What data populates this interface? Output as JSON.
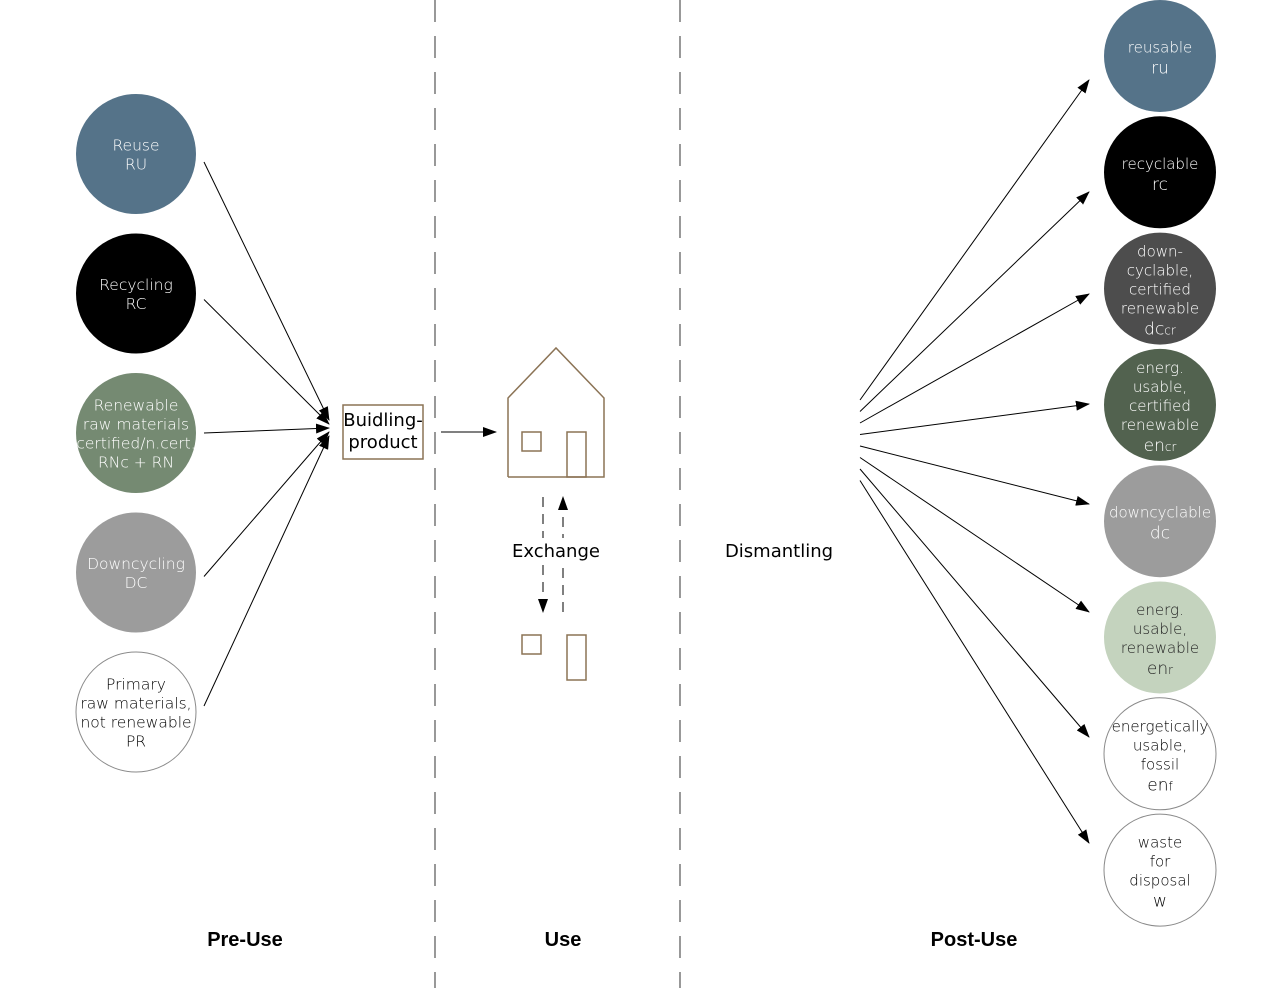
{
  "phases": {
    "pre_use": "Pre-Use",
    "use": "Use",
    "post_use": "Post-Use"
  },
  "inputs": [
    {
      "id": "reuse",
      "lines": [
        "Reuse",
        "RU"
      ],
      "fill": "#557389",
      "text": "#ffffff"
    },
    {
      "id": "recycling",
      "lines": [
        "Recycling",
        "RC"
      ],
      "fill": "#000000",
      "text": "#ffffff"
    },
    {
      "id": "renewable",
      "lines": [
        "Renewable",
        "raw materials",
        "certified/n.cert.",
        "RNc + RN"
      ],
      "fill": "#758a72",
      "text": "#ffffff"
    },
    {
      "id": "downcycling",
      "lines": [
        "Downcycling",
        "DC"
      ],
      "fill": "#9c9c9c",
      "text": "#ffffff"
    },
    {
      "id": "primary",
      "lines": [
        "Primary",
        "raw materials,",
        "not renewable",
        "PR"
      ],
      "fill": "#ffffff",
      "text": "#000000",
      "stroke": "#8a8a8a"
    }
  ],
  "product": {
    "line1": "Buidling-",
    "line2": "product"
  },
  "exchange": "Exchange",
  "dismantling": "Dismantling",
  "outputs": [
    {
      "id": "reusable",
      "lines": [
        "reusable"
      ],
      "code": "ru",
      "sub": "",
      "fill": "#557389",
      "text": "#ffffff"
    },
    {
      "id": "recyclable",
      "lines": [
        "recyclable"
      ],
      "code": "rc",
      "sub": "",
      "fill": "#000000",
      "text": "#ffffff"
    },
    {
      "id": "dc-cert",
      "lines": [
        "down-",
        "cyclable,",
        "certified",
        "renewable"
      ],
      "code": "dc",
      "sub": "cr",
      "fill": "#4d4d4d",
      "text": "#ffffff"
    },
    {
      "id": "en-cert",
      "lines": [
        "energ.",
        "usable,",
        "certified",
        "renewable"
      ],
      "code": "en",
      "sub": "cr",
      "fill": "#52624f",
      "text": "#ffffff"
    },
    {
      "id": "downcyclable",
      "lines": [
        "downcyclable"
      ],
      "code": "dc",
      "sub": "",
      "fill": "#9c9c9c",
      "text": "#ffffff"
    },
    {
      "id": "en-renew",
      "lines": [
        "energ.",
        "usable,",
        "renewable"
      ],
      "code": "en",
      "sub": "r",
      "fill": "#c4d3be",
      "text": "#222222"
    },
    {
      "id": "en-fossil",
      "lines": [
        "energetically",
        "usable,",
        "fossil"
      ],
      "code": "en",
      "sub": "f",
      "fill": "#ffffff",
      "text": "#000000",
      "stroke": "#8a8a8a"
    },
    {
      "id": "waste",
      "lines": [
        "waste",
        "for",
        "disposal"
      ],
      "code": "w",
      "sub": "",
      "fill": "#ffffff",
      "text": "#000000",
      "stroke": "#8a8a8a"
    }
  ],
  "colors": {
    "house": "#8b7355",
    "arrow": "#000000",
    "divider": "#555555"
  },
  "icons": [
    "house-icon"
  ]
}
